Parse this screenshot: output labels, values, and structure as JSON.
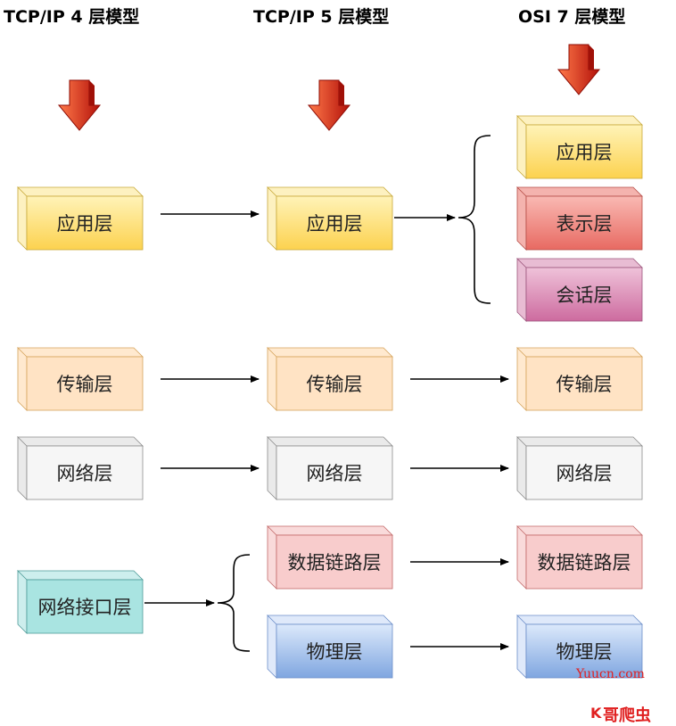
{
  "columns": [
    {
      "title": "TCP/IP 4 层模型"
    },
    {
      "title": "TCP/IP 5 层模型"
    },
    {
      "title": "OSI 7 层模型"
    }
  ],
  "tcp4_layers": [
    "应用层",
    "传输层",
    "网络层",
    "网络接口层"
  ],
  "tcp5_layers": [
    "应用层",
    "传输层",
    "网络层",
    "数据链路层",
    "物理层"
  ],
  "osi7_layers": [
    "应用层",
    "表示层",
    "会话层",
    "传输层",
    "网络层",
    "数据链路层",
    "物理层"
  ],
  "watermark": {
    "site": "Yuucn.com",
    "brand": "哥爬虫"
  },
  "colors": {
    "yellow": "#fee07c",
    "red": "#f08080",
    "purple": "#d884b0",
    "orange": "#ffe3c4",
    "gray": "#f4f4f4",
    "pink": "#f8cccc",
    "blue": "#9fbfec",
    "teal": "#a9e4e1",
    "arrow_icon": "#e8321e"
  }
}
